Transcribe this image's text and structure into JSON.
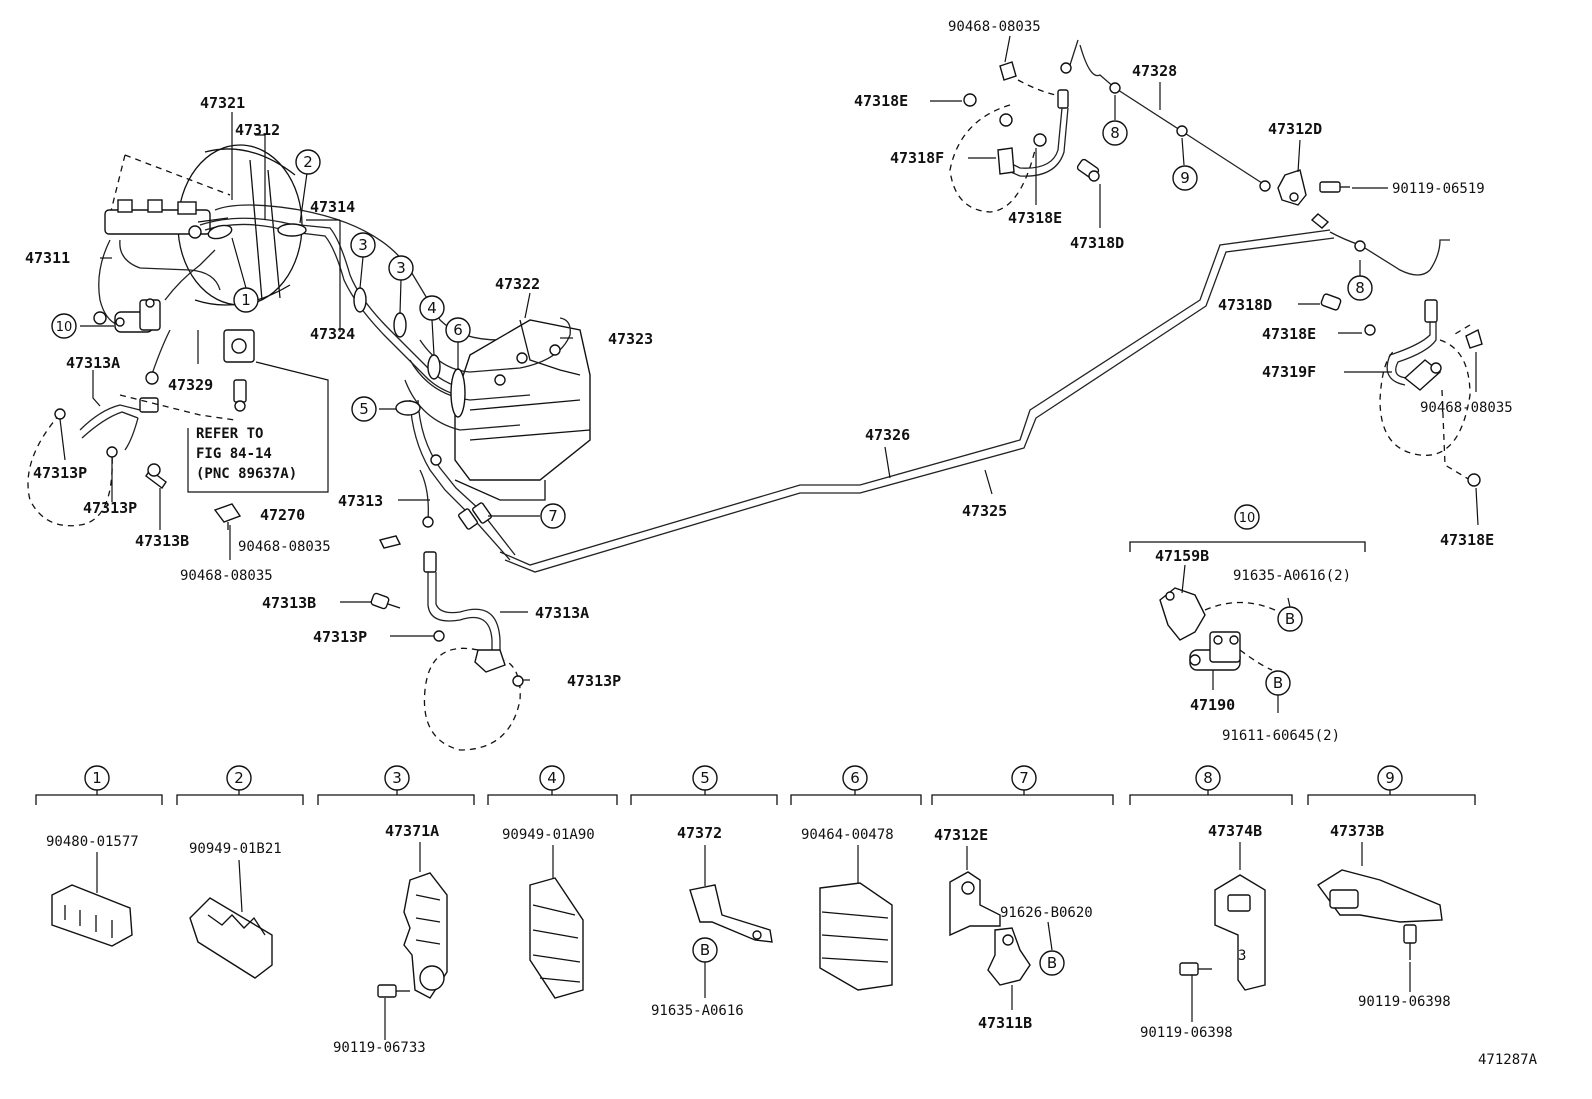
{
  "diagram_id": "471287A",
  "labels": {
    "p47321": "47321",
    "p47312": "47312",
    "p47314": "47314",
    "p47311": "47311",
    "p47324": "47324",
    "p47322": "47322",
    "p47323": "47323",
    "p47313A_top": "47313A",
    "p47329": "47329",
    "p47313P_a": "47313P",
    "p47313P_b": "47313P",
    "p47313B_a": "47313B",
    "p47270": "47270",
    "p47313": "47313",
    "p90468_a": "90468-08035",
    "p90468_b": "90468-08035",
    "p47313B_b": "47313B",
    "p47313A_b": "47313A",
    "p47313P_c": "47313P",
    "p47313P_d": "47313P",
    "p47326": "47326",
    "p47325": "47325",
    "p90468_top": "90468-08035",
    "p47328": "47328",
    "p47318E_a": "47318E",
    "p47318F": "47318F",
    "p47318E_b": "47318E",
    "p47318D_a": "47318D",
    "p47312D": "47312D",
    "p90119_06519": "90119-06519",
    "p47318D_b": "47318D",
    "p47318E_c": "47318E",
    "p47319F": "47319F",
    "p90468_r": "90468-08035",
    "p47318E_d": "47318E",
    "p47159B": "47159B",
    "p91635_2": "91635-A0616(2)",
    "p47190": "47190",
    "p91611": "91611-60645(2)"
  },
  "refer_note": [
    "REFER TO",
    "FIG 84-14",
    "(PNC 89637A)"
  ],
  "circles": {
    "c1": "1",
    "c2": "2",
    "c3a": "3",
    "c3b": "3",
    "c4": "4",
    "c5": "5",
    "c6": "6",
    "c7": "7",
    "c8a": "8",
    "c9a": "9",
    "c8b": "8",
    "c10a": "10",
    "c10b": "10",
    "cBa": "B",
    "cBb": "B"
  },
  "groups": [
    {
      "num": "1",
      "part": "90480-01577"
    },
    {
      "num": "2",
      "part": "90949-01B21"
    },
    {
      "num": "3",
      "part": "47371A",
      "sub": "90119-06733"
    },
    {
      "num": "4",
      "part": "90949-01A90"
    },
    {
      "num": "5",
      "part": "47372",
      "b": "B",
      "sub": "91635-A0616"
    },
    {
      "num": "6",
      "part": "90464-00478"
    },
    {
      "num": "7",
      "part": "47312E",
      "sub2": "91626-B0620",
      "b": "B",
      "sub": "47311B"
    },
    {
      "num": "8",
      "part": "47374B",
      "sub": "90119-06398"
    },
    {
      "num": "9",
      "part": "47373B",
      "sub": "90119-06398"
    }
  ]
}
